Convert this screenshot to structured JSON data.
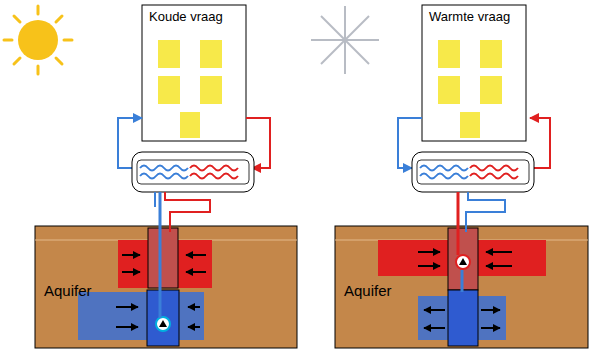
{
  "diagram": {
    "labels": [
      "Koude vraag",
      "Warmte vraag",
      "Aquifer",
      "Aquifer"
    ]
  }
}
